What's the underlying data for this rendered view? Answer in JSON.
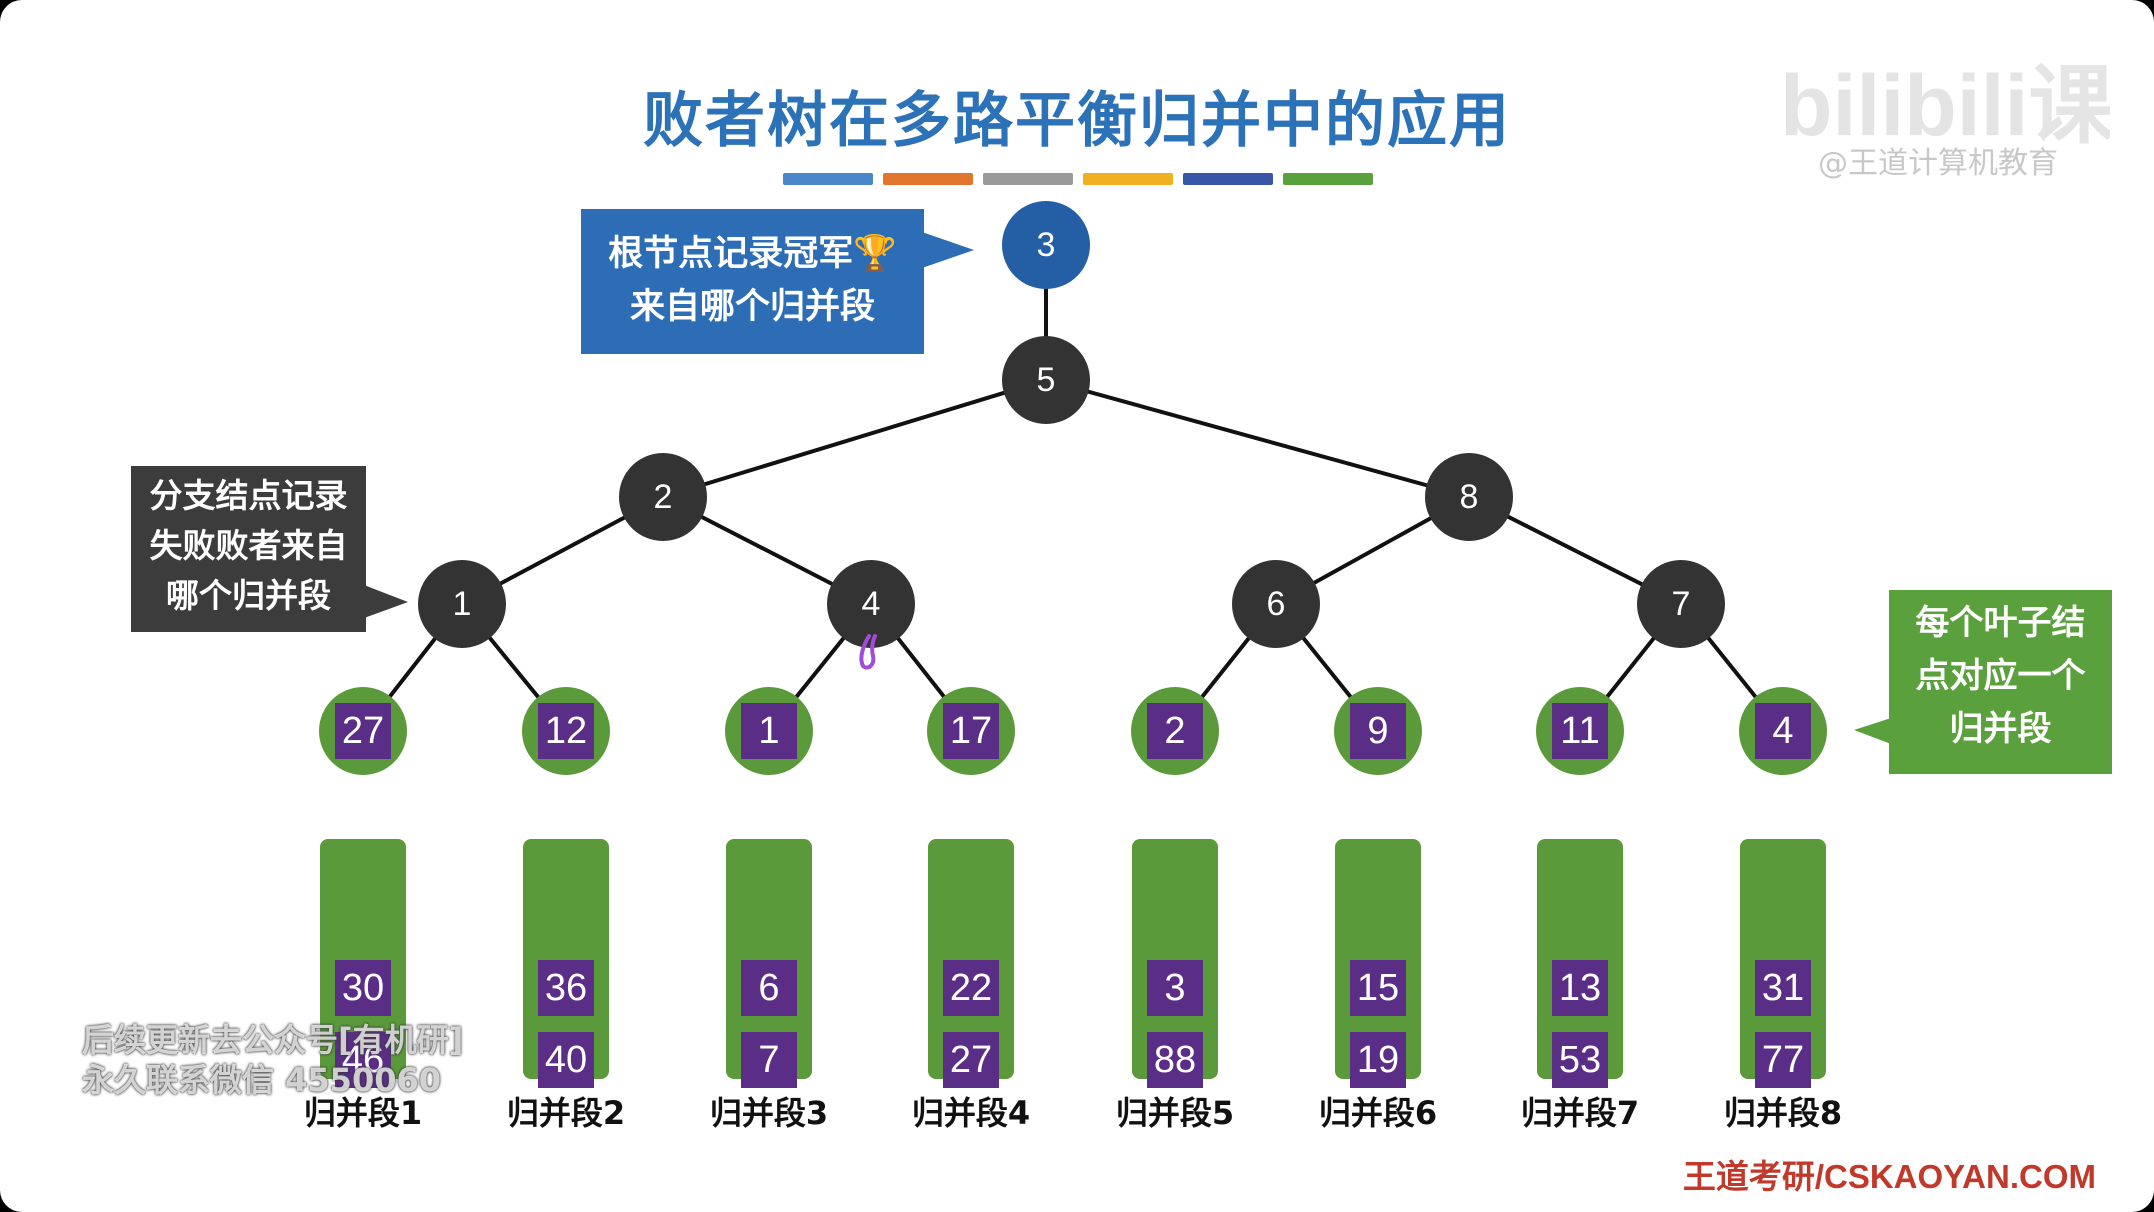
{
  "title": "败者树在多路平衡归并中的应用",
  "title_bar_colors": [
    "#4a86c8",
    "#e0762e",
    "#9a9a9a",
    "#f0b020",
    "#3a55a8",
    "#5aa03c"
  ],
  "colors": {
    "root": "#245ea5",
    "internal": "#333333",
    "leaf_circle": "#5b9a3a",
    "leaf_square": "#5a2e86",
    "callout_blue": "#2c6db5",
    "callout_dark": "#3c3c3c",
    "callout_green": "#5aa03c",
    "footer": "#c0392b"
  },
  "callouts": {
    "root": {
      "line1": "根节点记录冠军🏆",
      "line2": "来自哪个归并段"
    },
    "branch": {
      "line1": "分支结点记录",
      "line2": "失败败者来自",
      "line3": "哪个归并段"
    },
    "leaf": {
      "line1": "每个叶子结",
      "line2": "点对应一个",
      "line3": "归并段"
    }
  },
  "tree": {
    "champion": "3",
    "level1": "5",
    "level2": [
      "2",
      "8"
    ],
    "level3": [
      "1",
      "4",
      "6",
      "7"
    ],
    "leaves": [
      "27",
      "12",
      "1",
      "17",
      "2",
      "9",
      "11",
      "4"
    ]
  },
  "runs": [
    {
      "label": "归并段1",
      "values": [
        "30",
        "46"
      ]
    },
    {
      "label": "归并段2",
      "values": [
        "36",
        "40"
      ]
    },
    {
      "label": "归并段3",
      "values": [
        "6",
        "7"
      ]
    },
    {
      "label": "归并段4",
      "values": [
        "22",
        "27"
      ]
    },
    {
      "label": "归并段5",
      "values": [
        "3",
        "88"
      ]
    },
    {
      "label": "归并段6",
      "values": [
        "15",
        "19"
      ]
    },
    {
      "label": "归并段7",
      "values": [
        "13",
        "53"
      ]
    },
    {
      "label": "归并段8",
      "values": [
        "31",
        "77"
      ]
    }
  ],
  "footer": "王道考研/CSKAOYAN.COM",
  "watermark": {
    "logo_text": "bilibili课堂",
    "sub": "@王道计算机教育"
  },
  "overlay": {
    "line1": "后续更新去公众号[有机研]",
    "line2": "永久联系微信 4550060"
  }
}
